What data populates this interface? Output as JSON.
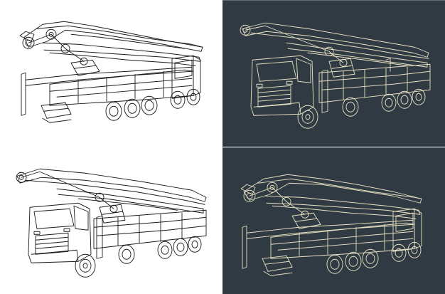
{
  "colors": {
    "light_background": "#ffffff",
    "light_line": "#1a1a1a",
    "dark_background": "#2f3a42",
    "dark_line": "#e9e2c4"
  },
  "illustrations": [
    {
      "position": "top-left",
      "style": "black-outline-on-white",
      "subject": "concrete-pump-truck",
      "view": "rear-three-quarter"
    },
    {
      "position": "top-right",
      "style": "light-outline-on-dark",
      "subject": "concrete-pump-truck",
      "view": "front-three-quarter"
    },
    {
      "position": "bottom-left",
      "style": "black-outline-on-white",
      "subject": "concrete-pump-truck",
      "view": "front-three-quarter"
    },
    {
      "position": "bottom-right",
      "style": "light-outline-on-dark",
      "subject": "concrete-pump-truck",
      "view": "rear-three-quarter"
    }
  ]
}
